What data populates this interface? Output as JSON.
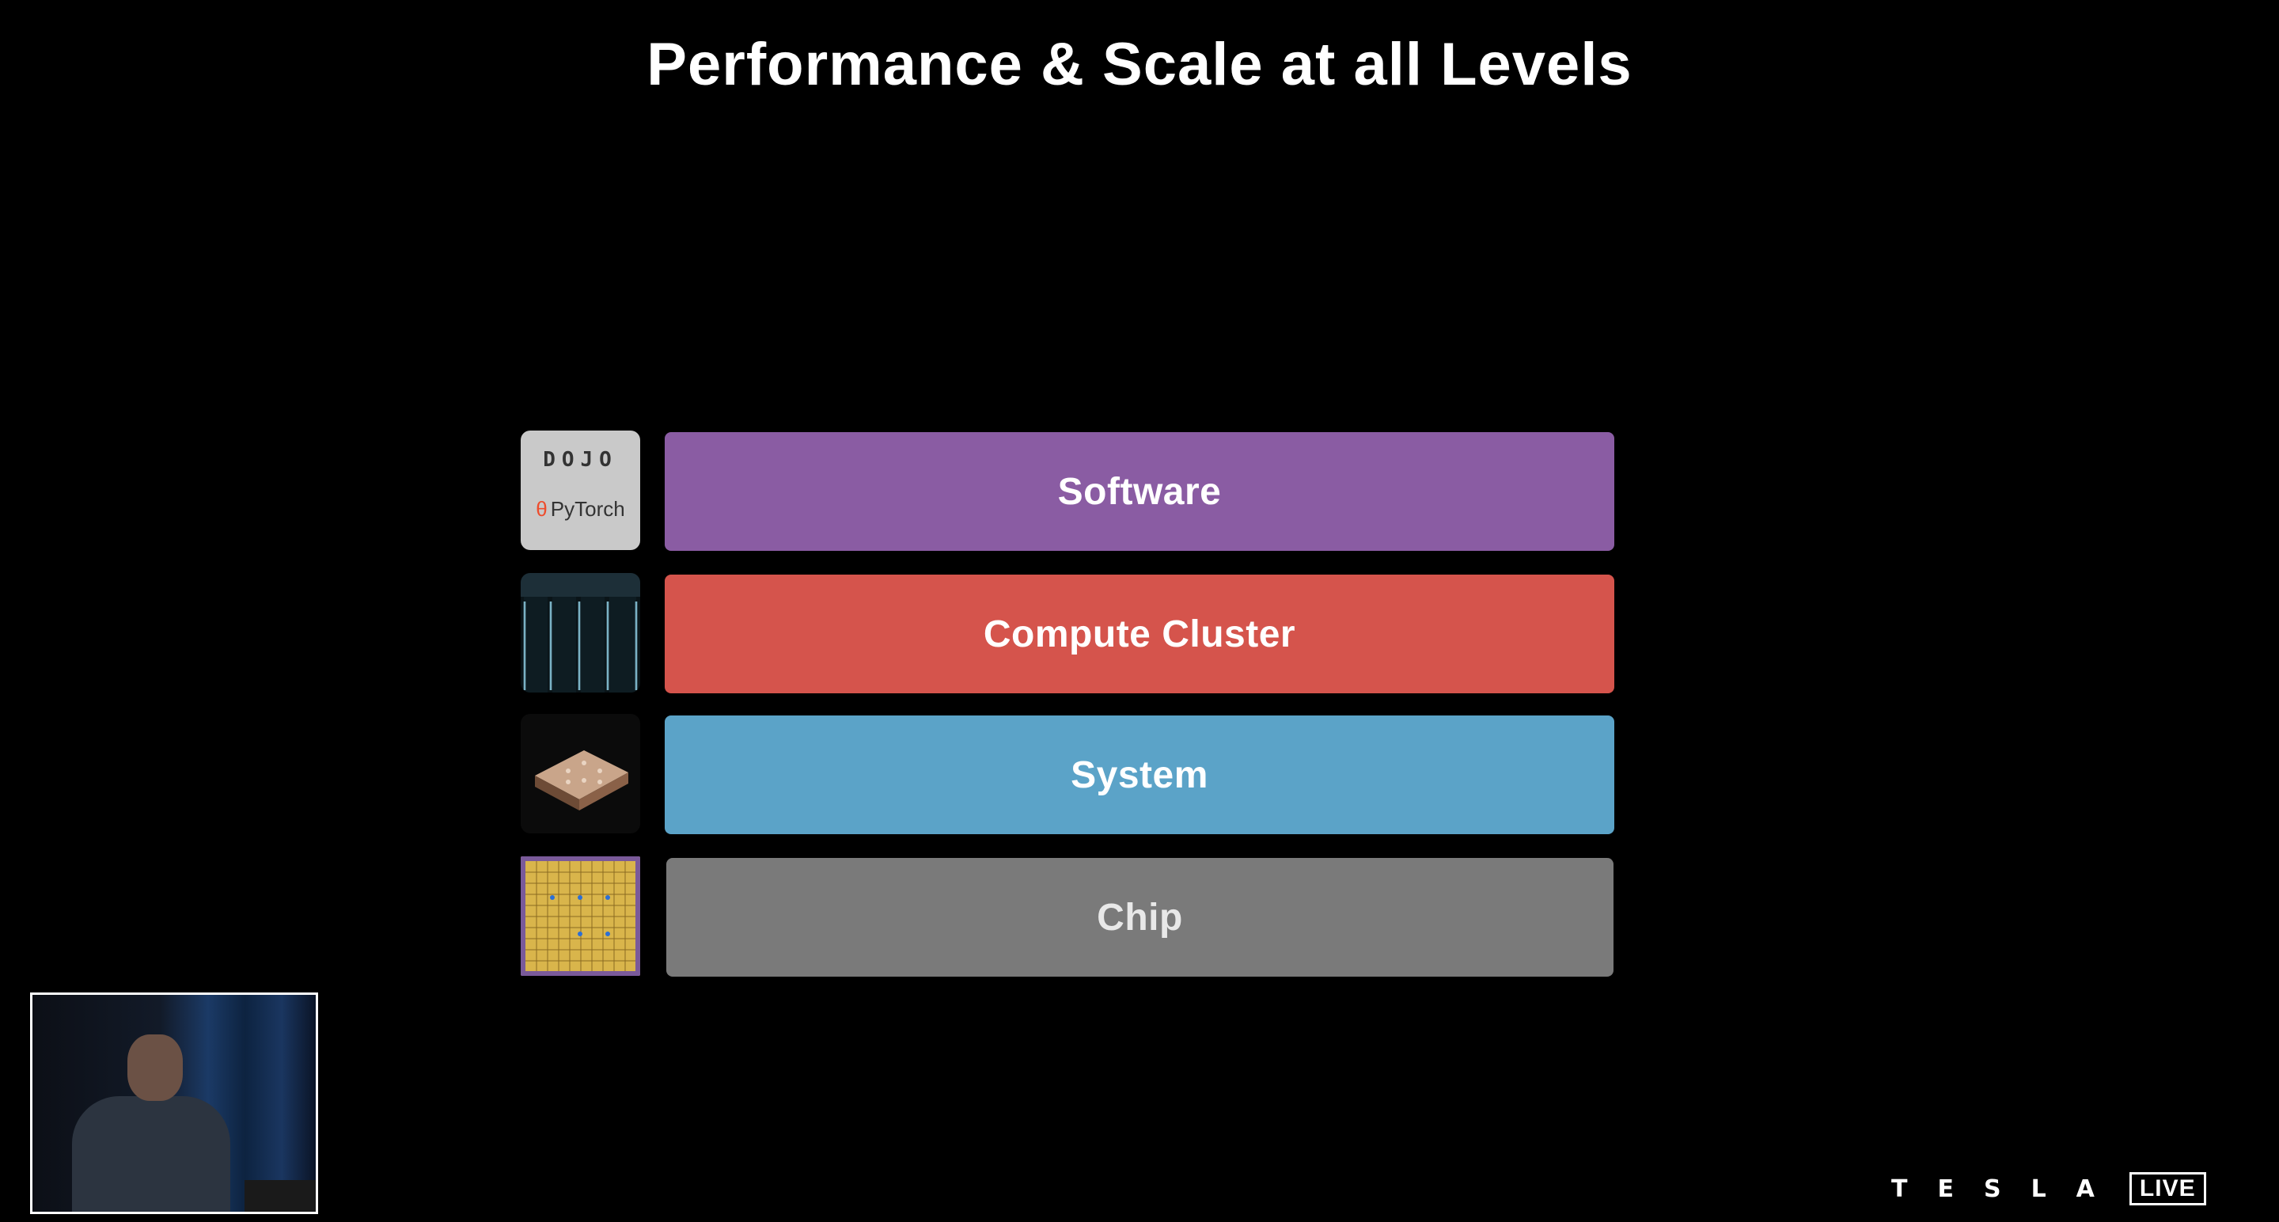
{
  "slide": {
    "title": "Performance & Scale at all Levels",
    "layers": [
      {
        "label": "Software",
        "color": "#8a5ca3",
        "thumbnail": "dojo-pytorch-logo"
      },
      {
        "label": "Compute Cluster",
        "color": "#d5544c",
        "thumbnail": "server-racks"
      },
      {
        "label": "System",
        "color": "#5ba3c8",
        "thumbnail": "training-tile"
      },
      {
        "label": "Chip",
        "color": "#7a7a7a",
        "thumbnail": "chip-die"
      }
    ],
    "software_thumb": {
      "dojo_text": "DOJO",
      "pytorch_text": "PyTorch"
    }
  },
  "branding": {
    "logo": "TESLA",
    "live_label": "LIVE"
  },
  "speaker_video": {
    "icon": "presenter-video-feed"
  }
}
